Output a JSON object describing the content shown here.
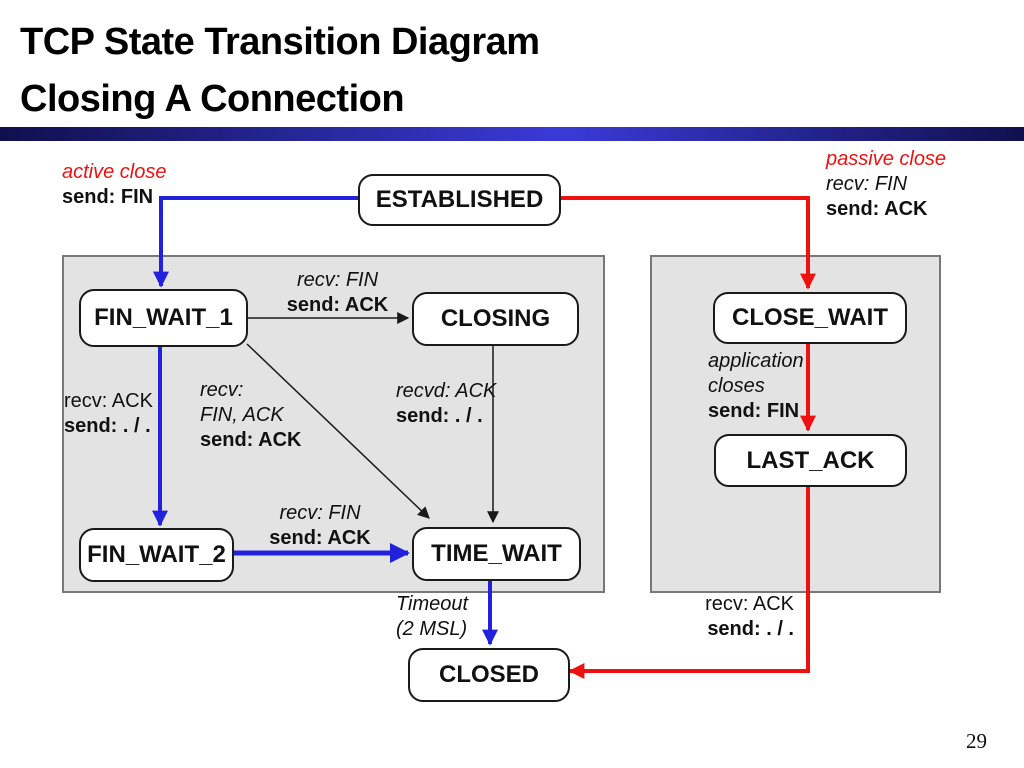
{
  "slide": {
    "title_line1": "TCP State Transition Diagram",
    "title_line2": "Closing A Connection",
    "page_number": "29"
  },
  "colors": {
    "arrow_blue": "#2222dd",
    "arrow_red": "#ee1111",
    "arrow_black": "#1a1a1a",
    "region_fill": "#e3e3e3",
    "region_border": "#787878",
    "divider_navy": "#10104e",
    "divider_blue": "#3a3ad8"
  },
  "diagram": {
    "states": {
      "established": "ESTABLISHED",
      "fin_wait_1": "FIN_WAIT_1",
      "closing": "CLOSING",
      "close_wait": "CLOSE_WAIT",
      "fin_wait_2": "FIN_WAIT_2",
      "time_wait": "TIME_WAIT",
      "last_ack": "LAST_ACK",
      "closed": "CLOSED"
    },
    "labels": {
      "active_close": {
        "line1": "active close",
        "line2": "send: FIN"
      },
      "passive_close": {
        "line1": "passive close",
        "line2": "recv: FIN",
        "line3": "send: ACK"
      },
      "fin_wait_1_to_closing": {
        "line1": "recv: FIN",
        "line2": "send: ACK"
      },
      "fin_wait_1_to_fin_wait_2": {
        "line1": "recv: ACK",
        "line2": "send: . / ."
      },
      "fin_wait_1_to_time_wait": {
        "line1": "recv:",
        "line2": "FIN, ACK",
        "line3": "send: ACK"
      },
      "closing_to_time_wait": {
        "line1": "recvd: ACK",
        "line2": "send: . / ."
      },
      "fin_wait_2_to_time_wait": {
        "line1": "recv: FIN",
        "line2": "send: ACK"
      },
      "close_wait_to_last_ack": {
        "line1": "application",
        "line2": "closes",
        "line3": "send: FIN"
      },
      "time_wait_to_closed": {
        "line1": "Timeout",
        "line2": "(2 MSL)"
      },
      "last_ack_to_closed": {
        "line1": "recv: ACK",
        "line2": "send: . / ."
      }
    },
    "transitions": [
      {
        "from": "ESTABLISHED",
        "to": "FIN_WAIT_1",
        "color": "blue"
      },
      {
        "from": "ESTABLISHED",
        "to": "CLOSE_WAIT",
        "color": "red"
      },
      {
        "from": "FIN_WAIT_1",
        "to": "CLOSING",
        "color": "black"
      },
      {
        "from": "FIN_WAIT_1",
        "to": "FIN_WAIT_2",
        "color": "blue"
      },
      {
        "from": "FIN_WAIT_1",
        "to": "TIME_WAIT",
        "color": "black"
      },
      {
        "from": "CLOSING",
        "to": "TIME_WAIT",
        "color": "black"
      },
      {
        "from": "FIN_WAIT_2",
        "to": "TIME_WAIT",
        "color": "blue"
      },
      {
        "from": "TIME_WAIT",
        "to": "CLOSED",
        "color": "blue"
      },
      {
        "from": "CLOSE_WAIT",
        "to": "LAST_ACK",
        "color": "red"
      },
      {
        "from": "LAST_ACK",
        "to": "CLOSED",
        "color": "red"
      }
    ]
  }
}
